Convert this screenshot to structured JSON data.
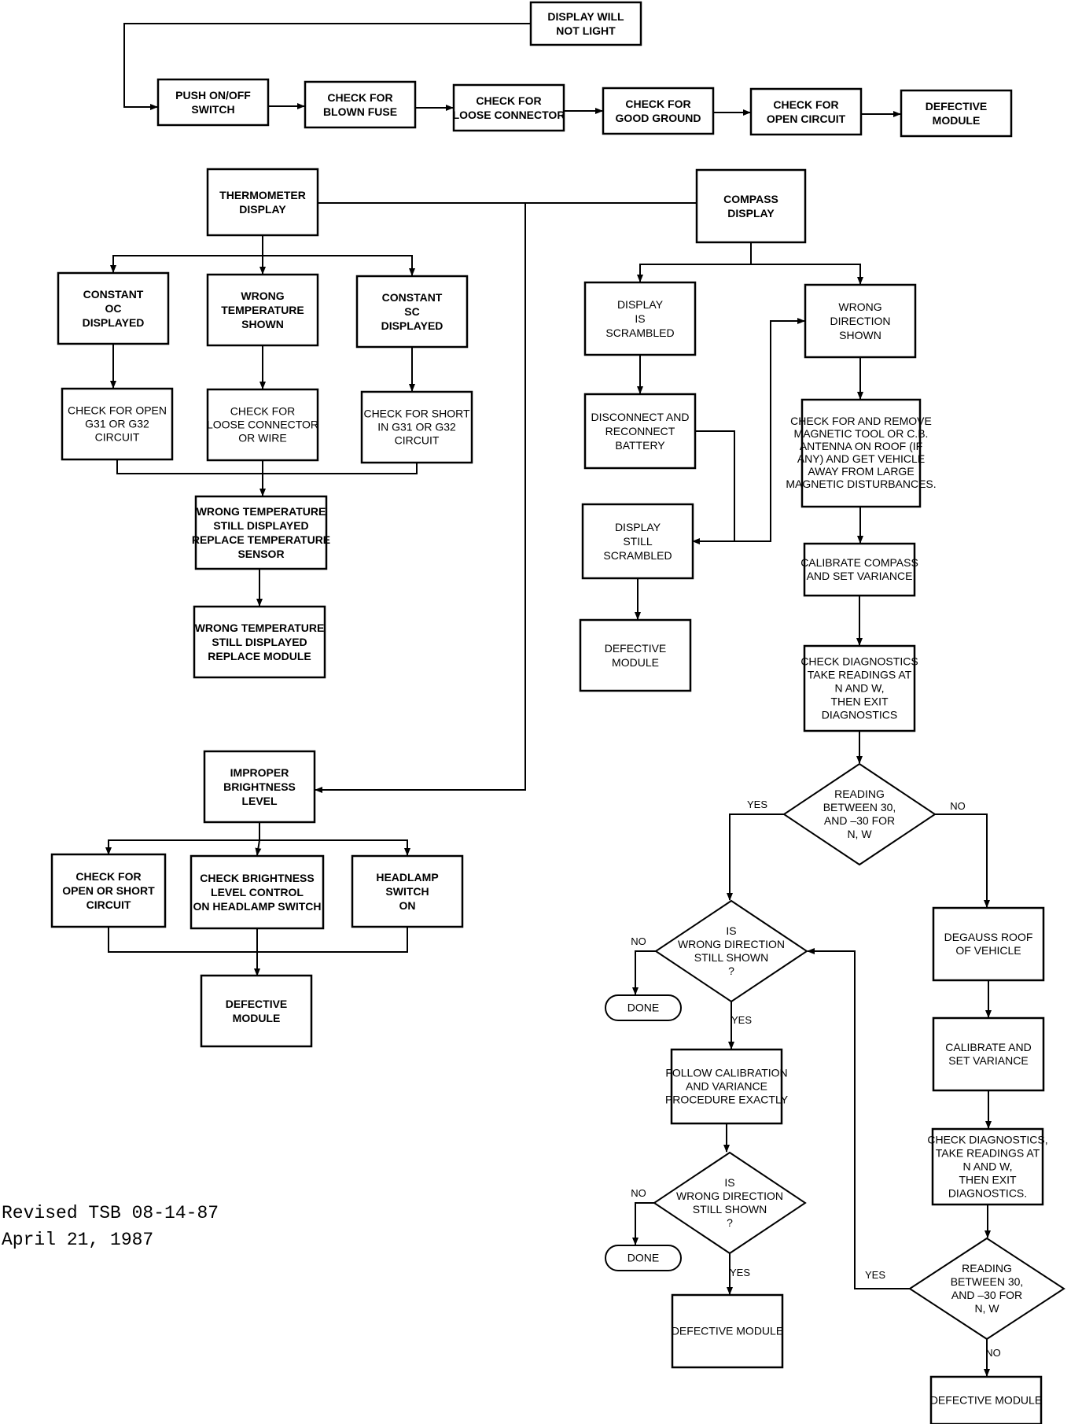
{
  "nodes": {
    "display_will_not_light": [
      "DISPLAY WILL",
      "NOT LIGHT"
    ],
    "push_on_off": [
      "PUSH ON/OFF",
      "SWITCH"
    ],
    "check_blown_fuse": [
      "CHECK FOR",
      "BLOWN FUSE"
    ],
    "check_loose_connector": [
      "CHECK FOR",
      "LOOSE CONNECTOR"
    ],
    "check_good_ground": [
      "CHECK FOR",
      "GOOD GROUND"
    ],
    "check_open_circuit": [
      "CHECK FOR",
      "OPEN CIRCUIT"
    ],
    "defective_module_top": [
      "DEFECTIVE",
      "MODULE"
    ],
    "thermometer_display": [
      "THERMOMETER",
      "DISPLAY"
    ],
    "compass_display": [
      "COMPASS",
      "DISPLAY"
    ],
    "constant_oc": [
      "CONSTANT",
      "OC",
      "DISPLAYED"
    ],
    "wrong_temperature": [
      "WRONG",
      "TEMPERATURE",
      "SHOWN"
    ],
    "constant_sc": [
      "CONSTANT",
      "SC",
      "DISPLAYED"
    ],
    "check_open_g31": [
      "CHECK FOR OPEN",
      "G31 OR G32",
      "CIRCUIT"
    ],
    "check_loose_wire": [
      "CHECK FOR",
      "LOOSE CONNECTOR",
      "OR WIRE"
    ],
    "check_short_g31": [
      "CHECK FOR SHORT",
      "IN G31 OR G32",
      "CIRCUIT"
    ],
    "replace_sensor": [
      "WRONG TEMPERATURE",
      "STILL DISPLAYED",
      "REPLACE TEMPERATURE",
      "SENSOR"
    ],
    "replace_module": [
      "WRONG TEMPERATURE",
      "STILL DISPLAYED",
      "REPLACE MODULE"
    ],
    "improper_brightness": [
      "IMPROPER",
      "BRIGHTNESS",
      "LEVEL"
    ],
    "check_open_short": [
      "CHECK FOR",
      "OPEN OR SHORT",
      "CIRCUIT"
    ],
    "check_brightness_control": [
      "CHECK BRIGHTNESS",
      "LEVEL CONTROL",
      "ON HEADLAMP SWITCH"
    ],
    "headlamp_switch_on": [
      "HEADLAMP",
      "SWITCH",
      "ON"
    ],
    "defective_module_brightness": [
      "DEFECTIVE",
      "MODULE"
    ],
    "display_scrambled": [
      "DISPLAY",
      "IS",
      "SCRAMBLED"
    ],
    "wrong_direction_shown": [
      "WRONG",
      "DIRECTION",
      "SHOWN"
    ],
    "disconnect_battery": [
      "DISCONNECT AND",
      "RECONNECT",
      "BATTERY"
    ],
    "check_magnetic_tool": [
      "CHECK FOR AND REMOVE",
      "MAGNETIC TOOL OR C.B.",
      "ANTENNA ON ROOF (IF",
      "ANY) AND GET VEHICLE",
      "AWAY FROM LARGE",
      "MAGNETIC DISTURBANCES."
    ],
    "display_still_scrambled": [
      "DISPLAY",
      "STILL",
      "SCRAMBLED"
    ],
    "calibrate_compass": [
      "CALIBRATE COMPASS",
      "AND SET VARIANCE"
    ],
    "defective_module_scrambled": [
      "DEFECTIVE",
      "MODULE"
    ],
    "check_diagnostics_1": [
      "CHECK DIAGNOSTICS",
      "TAKE READINGS AT",
      "N AND W,",
      "THEN EXIT",
      "DIAGNOSTICS"
    ],
    "reading_between_1": [
      "READING",
      "BETWEEN 30,",
      "AND –30 FOR",
      "N, W"
    ],
    "is_wrong_direction_1": [
      "IS",
      "WRONG DIRECTION",
      "STILL SHOWN",
      "?"
    ],
    "done_1": [
      "DONE"
    ],
    "follow_calibration": [
      "FOLLOW CALIBRATION",
      "AND VARIANCE",
      "PROCEDURE EXACTLY"
    ],
    "is_wrong_direction_2": [
      "IS",
      "WRONG DIRECTION",
      "STILL SHOWN",
      "?"
    ],
    "done_2": [
      "DONE"
    ],
    "defective_module_final1": [
      "DEFECTIVE MODULE"
    ],
    "degauss_roof": [
      "DEGAUSS ROOF",
      "OF VEHICLE"
    ],
    "calibrate_variance": [
      "CALIBRATE AND",
      "SET VARIANCE"
    ],
    "check_diagnostics_2": [
      "CHECK DIAGNOSTICS,",
      "TAKE READINGS AT",
      "N AND W,",
      "THEN EXIT",
      "DIAGNOSTICS."
    ],
    "reading_between_2": [
      "READING",
      "BETWEEN 30,",
      "AND –30 FOR",
      "N, W"
    ],
    "defective_module_final2": [
      "DEFECTIVE MODULE"
    ]
  },
  "labels": {
    "yes": "YES",
    "no": "NO"
  },
  "footer": {
    "line1": "Revised TSB 08-14-87",
    "line2": "April 21, 1987"
  }
}
